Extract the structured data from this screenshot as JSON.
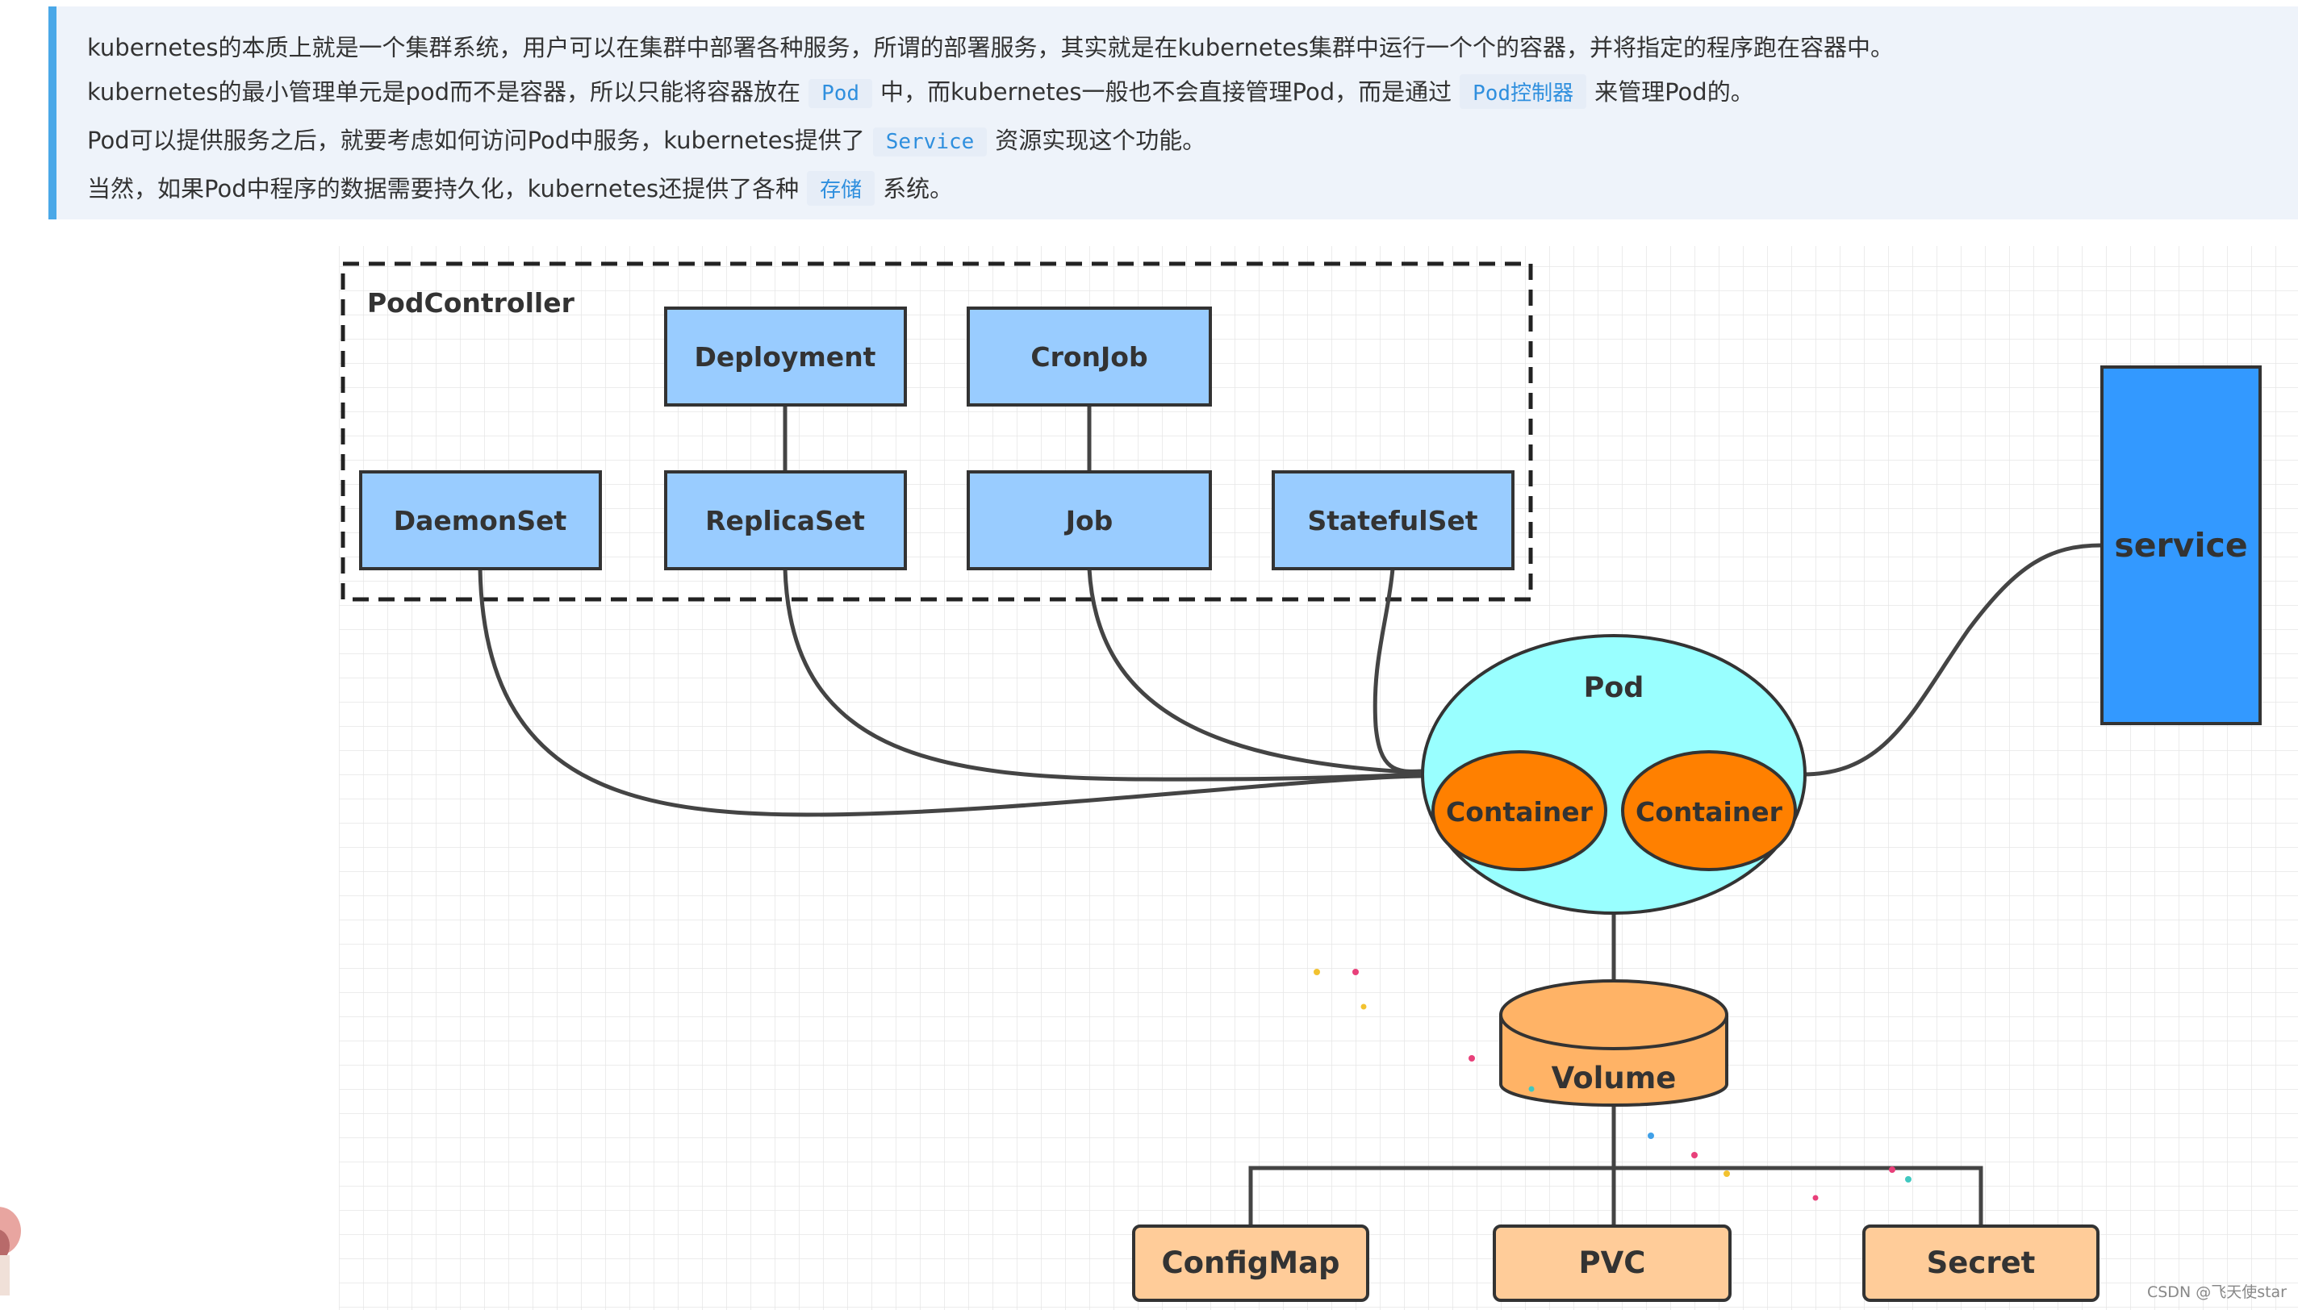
{
  "note": {
    "line1": "kubernetes的本质上就是一个集群系统，用户可以在集群中部署各种服务，所谓的部署服务，其实就是在kubernetes集群中运行一个个的容器，并将指定的程序跑在容器中。",
    "line2_a": "kubernetes的最小管理单元是pod而不是容器，所以只能将容器放在",
    "line2_code1": "Pod",
    "line2_b": "中，而kubernetes一般也不会直接管理Pod，而是通过",
    "line2_code2": "Pod控制器",
    "line2_c": "来管理Pod的。",
    "line3_a": "Pod可以提供服务之后，就要考虑如何访问Pod中服务，kubernetes提供了",
    "line3_code": "Service",
    "line3_b": "资源实现这个功能。",
    "line4_a": "当然，如果Pod中程序的数据需要持久化，kubernetes还提供了各种",
    "line4_code": "存储",
    "line4_b": "系统。"
  },
  "diagram": {
    "controller_group": "PodController",
    "deployment": "Deployment",
    "cronjob": "CronJob",
    "daemonset": "DaemonSet",
    "replicaset": "ReplicaSet",
    "job": "Job",
    "statefulset": "StatefulSet",
    "pod": "Pod",
    "container1": "Container",
    "container2": "Container",
    "service": "service",
    "volume": "Volume",
    "configmap": "ConfigMap",
    "pvc": "PVC",
    "secret": "Secret"
  },
  "colors": {
    "controller_fill": "#99ccff",
    "pod_fill": "#99ffff",
    "container_fill": "#ff8000",
    "service_fill": "#3399ff",
    "volume_fill": "#ffb366",
    "storage_fill": "#ffcc99",
    "accent": "#4aa8e8"
  },
  "watermark": "CSDN @飞天使star"
}
